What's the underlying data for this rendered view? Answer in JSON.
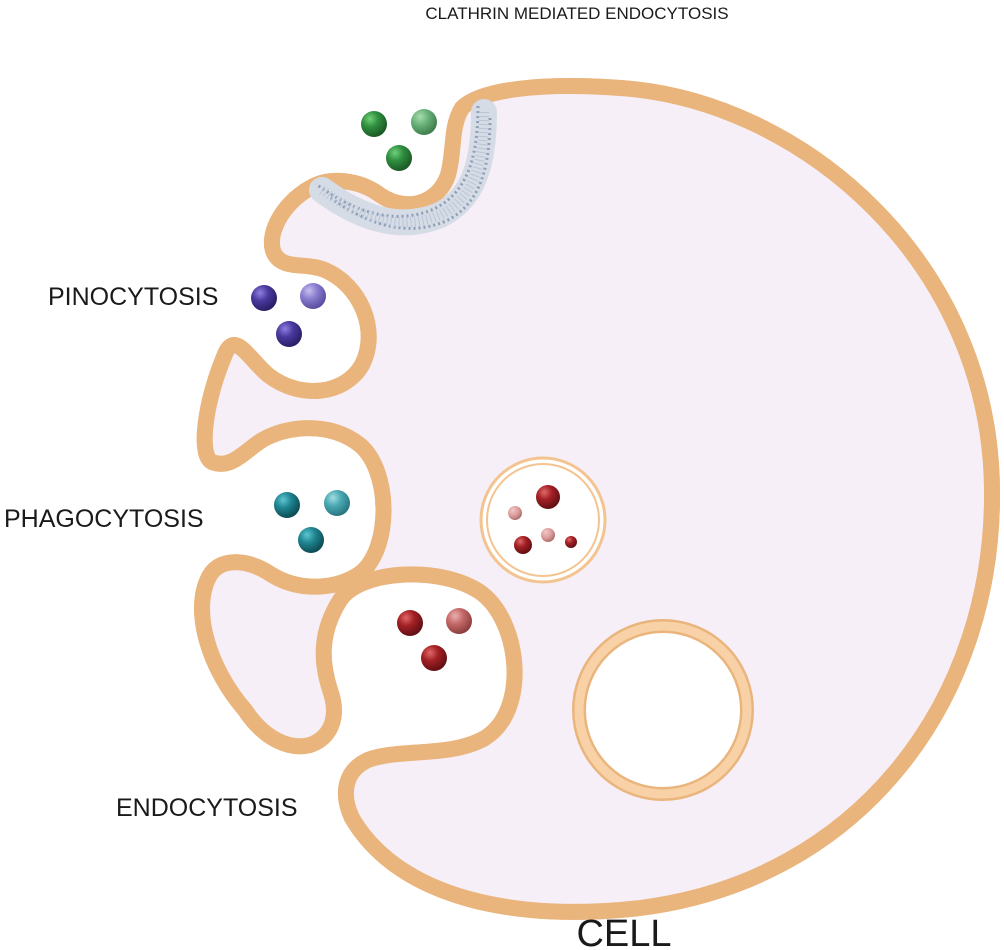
{
  "labels": {
    "clathrin": "CLATHRIN MEDIATED ENDOCYTOSIS",
    "pinocytosis": "PINOCYTOSIS",
    "phagocytosis": "PHAGOCYTOSIS",
    "endocytosis": "ENDOCYTOSIS",
    "cell": "CELL"
  },
  "colors": {
    "membrane": "#f7cc9c",
    "membrane_edge": "#eab57d",
    "cytoplasm": "#f6eff7",
    "clathrin_coat": "#8e9fb7",
    "particles_green": "#2e8b3e",
    "particles_purple": "#4a3a9e",
    "particles_teal": "#1f8591",
    "particles_red": "#a32024"
  }
}
